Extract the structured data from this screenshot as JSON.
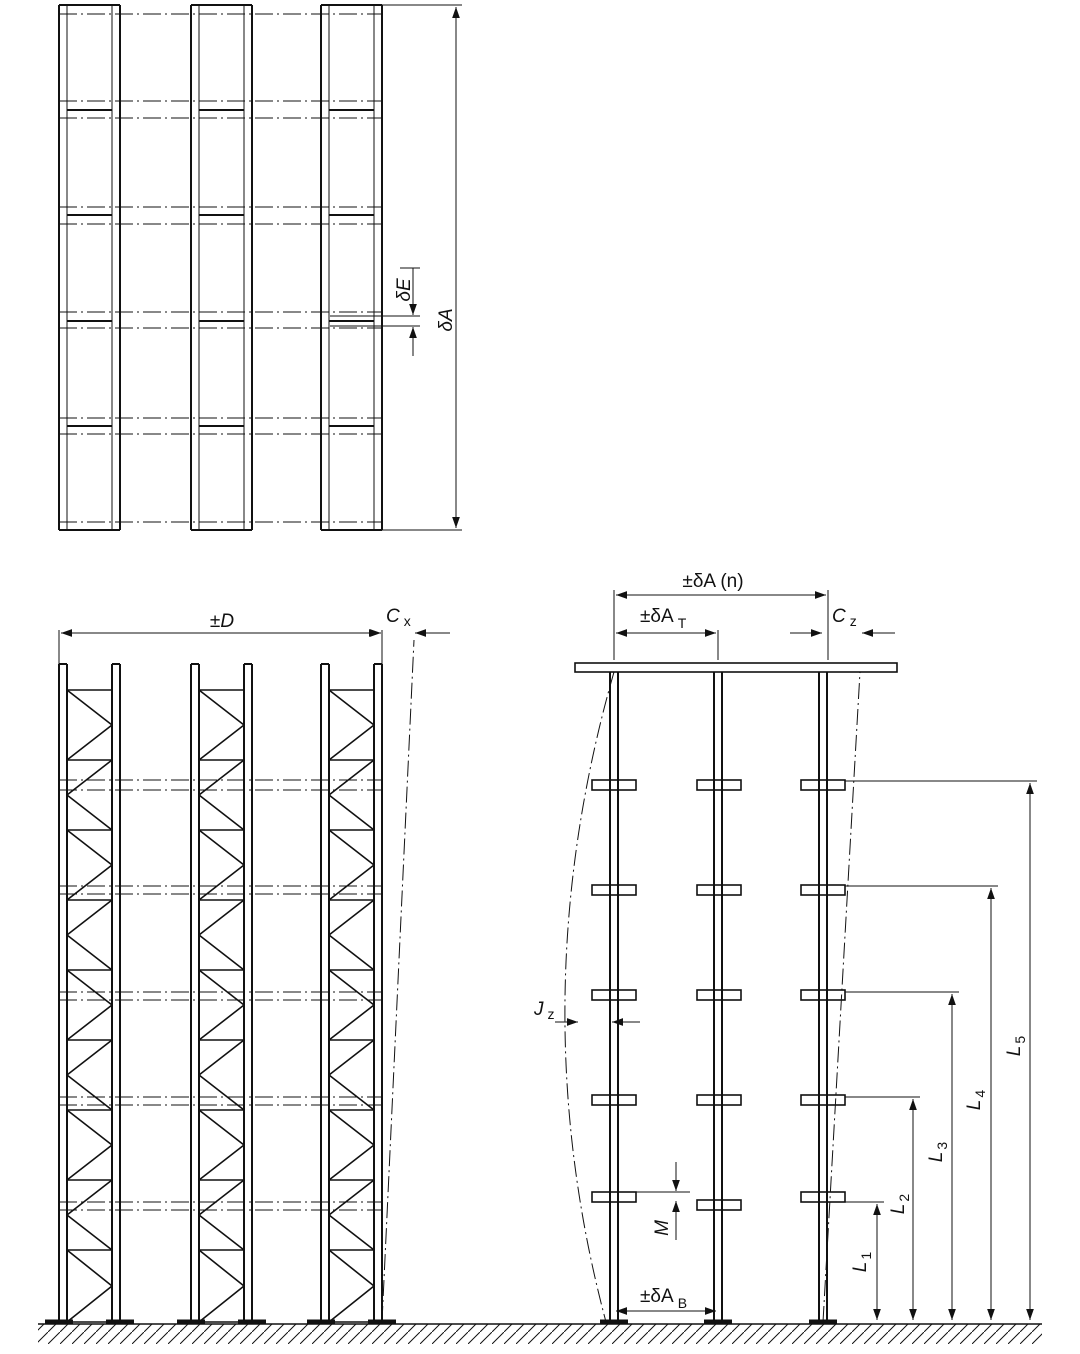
{
  "labels": {
    "deltaE": "δE",
    "deltaA": "δA",
    "plusminusD": "±D",
    "Cx": "C",
    "Cx_sub": "x",
    "deltaA_n": "±δA (n)",
    "deltaA_T": "±δA",
    "deltaA_T_sub": "T",
    "Cz": "C",
    "Cz_sub": "z",
    "Jz": "J",
    "Jz_sub": "z",
    "M": "M",
    "deltaA_B": "±δA",
    "deltaA_B_sub": "B",
    "L": "L",
    "L1_sub": "1",
    "L2_sub": "2",
    "L3_sub": "3",
    "L4_sub": "4",
    "L5_sub": "5"
  },
  "colors": {
    "line": "#111111",
    "background": "#ffffff"
  }
}
